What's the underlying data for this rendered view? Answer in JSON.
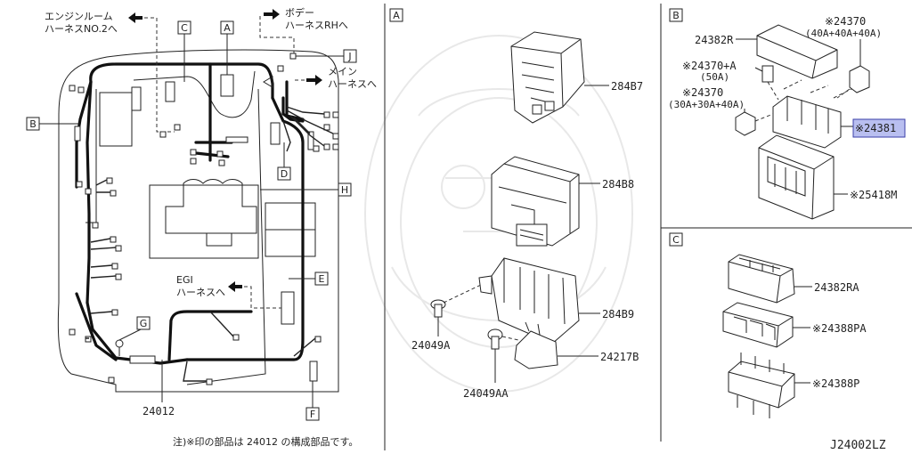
{
  "callouts": {
    "A": "A",
    "B": "B",
    "C": "C",
    "D": "D",
    "E": "E",
    "F": "F",
    "G": "G",
    "H": "H",
    "J": "J"
  },
  "section_labels": {
    "A": "A",
    "B": "B",
    "C": "C"
  },
  "harness_notes": {
    "engine_room_line1": "エンジンルーム",
    "engine_room_line2": "ハーネスNO.2へ",
    "body_rh_line1": "ボデー",
    "body_rh_line2": "ハーネスRHへ",
    "main_line1": "メイン",
    "main_line2": "ハーネスへ",
    "egi_line1": "EGI",
    "egi_line2": "ハーネスへ"
  },
  "part_numbers": {
    "main_harness": "24012",
    "p28487": "284B7",
    "p28488": "284B8",
    "p28489": "284B9",
    "p24049A": "24049A",
    "p24049AA": "24049AA",
    "p24217B": "24217B",
    "p24382R": "24382R",
    "p24370_top": "※24370",
    "p24370_top_sub": "(40A+40A+40A)",
    "p24370A": "※24370+A",
    "p24370A_sub": "(50A)",
    "p24370_mid": "※24370",
    "p24370_mid_sub": "(30A+30A+40A)",
    "p24381": "※24381",
    "p25418M": "※25418M",
    "p24382RA": "24382RA",
    "p24388PA": "※24388PA",
    "p24388P": "※24388P"
  },
  "footnote": "注)※印の部品は 24012 の構成部品です。",
  "diagram_code": "J24002LZ",
  "colors": {
    "highlight_fill": "#b9bff0",
    "highlight_stroke": "#3a3fa8",
    "line": "#222222"
  }
}
